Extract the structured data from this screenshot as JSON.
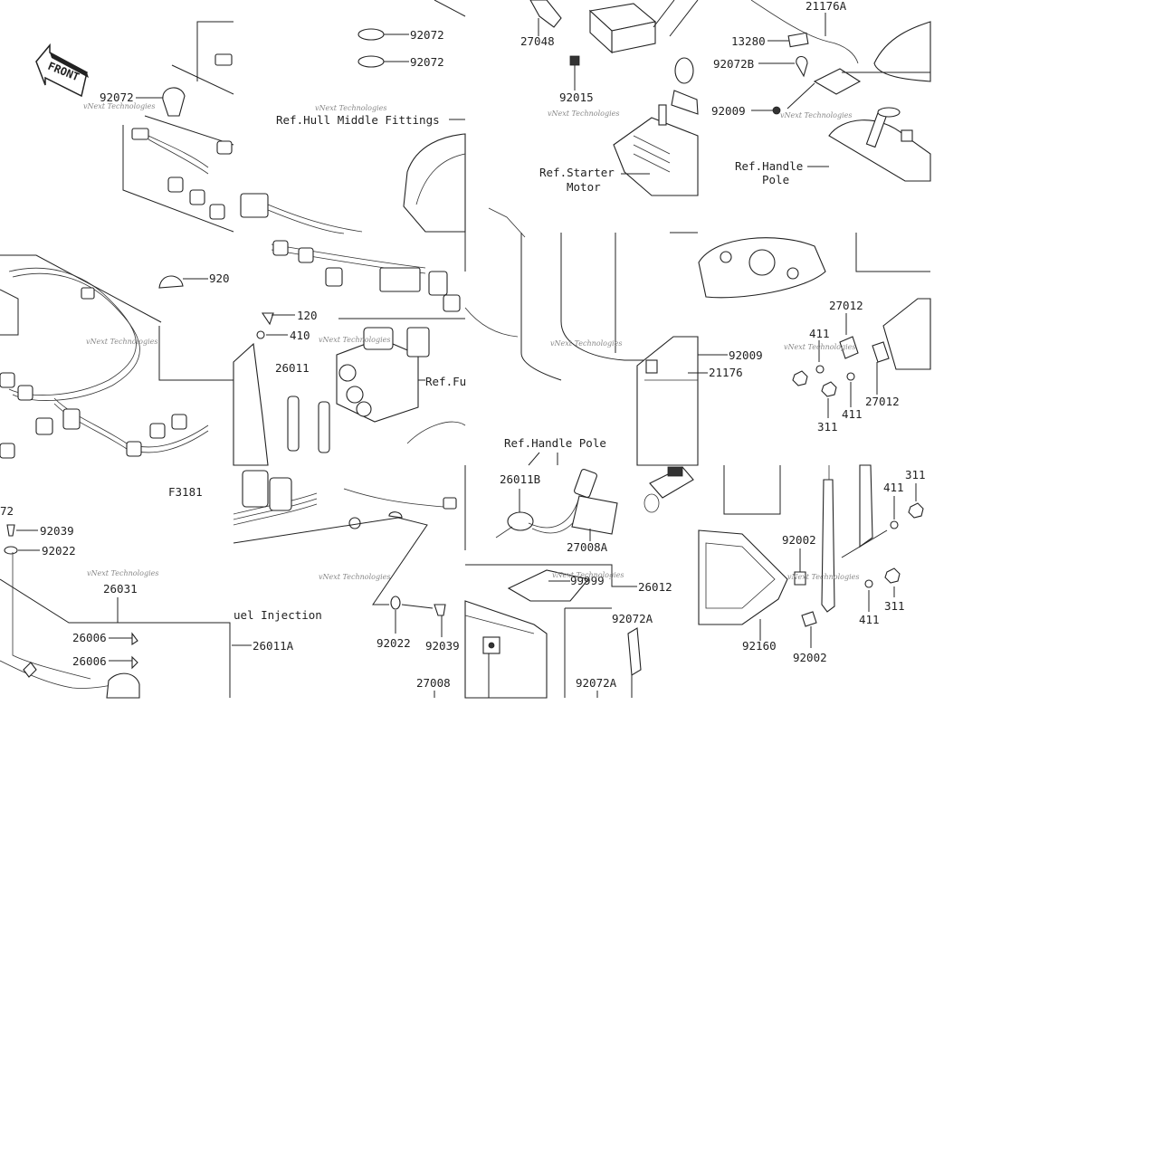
{
  "tiles": [
    {
      "id": "t1",
      "labels": [
        "92072"
      ],
      "front": "FRONT",
      "watermark": "vNext Technologies"
    },
    {
      "id": "t2",
      "labels": [
        "92072",
        "92072"
      ],
      "references": [
        "Ref.Hull Middle Fittings"
      ],
      "watermark": "vNext Technologies"
    },
    {
      "id": "t3",
      "labels": [
        "27048",
        "92015"
      ],
      "references": [
        "Ref.Starter",
        "Motor"
      ],
      "watermark": "vNext Technologies"
    },
    {
      "id": "t4",
      "labels": [
        "21176A",
        "13280",
        "92072B",
        "92009"
      ],
      "references": [
        "Ref.Handle",
        "Pole"
      ],
      "watermark": "vNext Technologies"
    },
    {
      "id": "t5",
      "labels": [
        "920"
      ],
      "watermark": "vNext Technologies"
    },
    {
      "id": "t6",
      "labels": [
        "120",
        "410",
        "26011"
      ],
      "references": [
        "Ref.Fu"
      ],
      "watermark": "vNext Technologies"
    },
    {
      "id": "t7",
      "labels": [
        "92009",
        "21176"
      ],
      "watermark": "vNext Technologies"
    },
    {
      "id": "t8",
      "labels": [
        "27012",
        "411",
        "27012",
        "411",
        "311"
      ],
      "watermark": "vNext Technologies"
    },
    {
      "id": "t9",
      "labels": [
        "F3181",
        "72",
        "92039",
        "92022",
        "26031",
        "26006",
        "26006",
        "26011A"
      ],
      "watermark": "vNext Technologies"
    },
    {
      "id": "t10",
      "labels": [
        "92022",
        "92039"
      ],
      "references": [
        "uel Injection"
      ],
      "watermark": "vNext Technologies"
    },
    {
      "id": "t11",
      "labels": [
        "26011B",
        "27008A",
        "99999",
        "26012",
        "92072A",
        "92072A",
        "27008"
      ],
      "references": [
        "Ref.Handle Pole"
      ],
      "watermark": "vNext Technologies"
    },
    {
      "id": "t12",
      "labels": [
        "311",
        "411",
        "92002",
        "311",
        "411",
        "92160",
        "92002"
      ],
      "watermark": "vNext Technologies"
    }
  ]
}
